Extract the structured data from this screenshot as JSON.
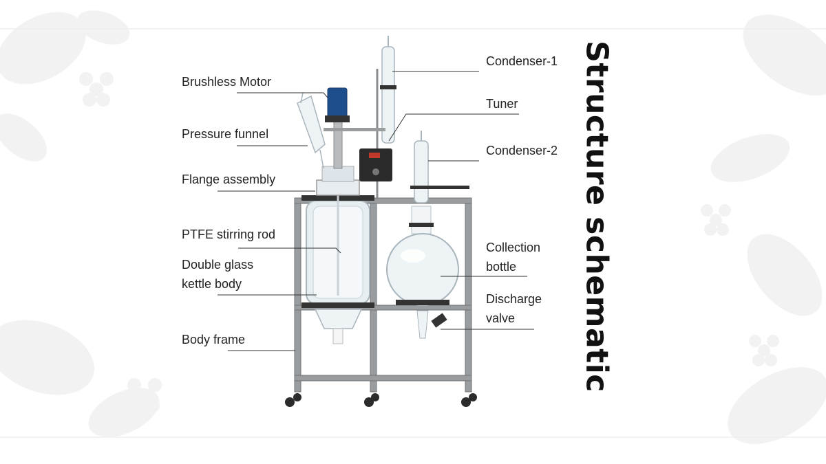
{
  "title": "Structure schematic",
  "labels": {
    "brushless_motor": "Brushless Motor",
    "pressure_funnel": "Pressure funnel",
    "flange_assembly": "Flange assembly",
    "ptfe_stirring_rod": "PTFE stirring rod",
    "double_glass_line1": "Double glass",
    "double_glass_line2": "kettle body",
    "body_frame": "Body frame",
    "condenser_1": "Condenser-1",
    "tuner": "Tuner",
    "condenser_2": "Condenser-2",
    "collection_line1": "Collection",
    "collection_line2": "bottle",
    "discharge_line1": "Discharge",
    "discharge_line2": "valve"
  },
  "colors": {
    "background": "#ffffff",
    "floral_decoration": "#f1f1f1",
    "frame_steel": "#8a8d90",
    "glass": "#dfe7ec",
    "motor_blue": "#1f4e8c",
    "leader_line": "#333333"
  }
}
